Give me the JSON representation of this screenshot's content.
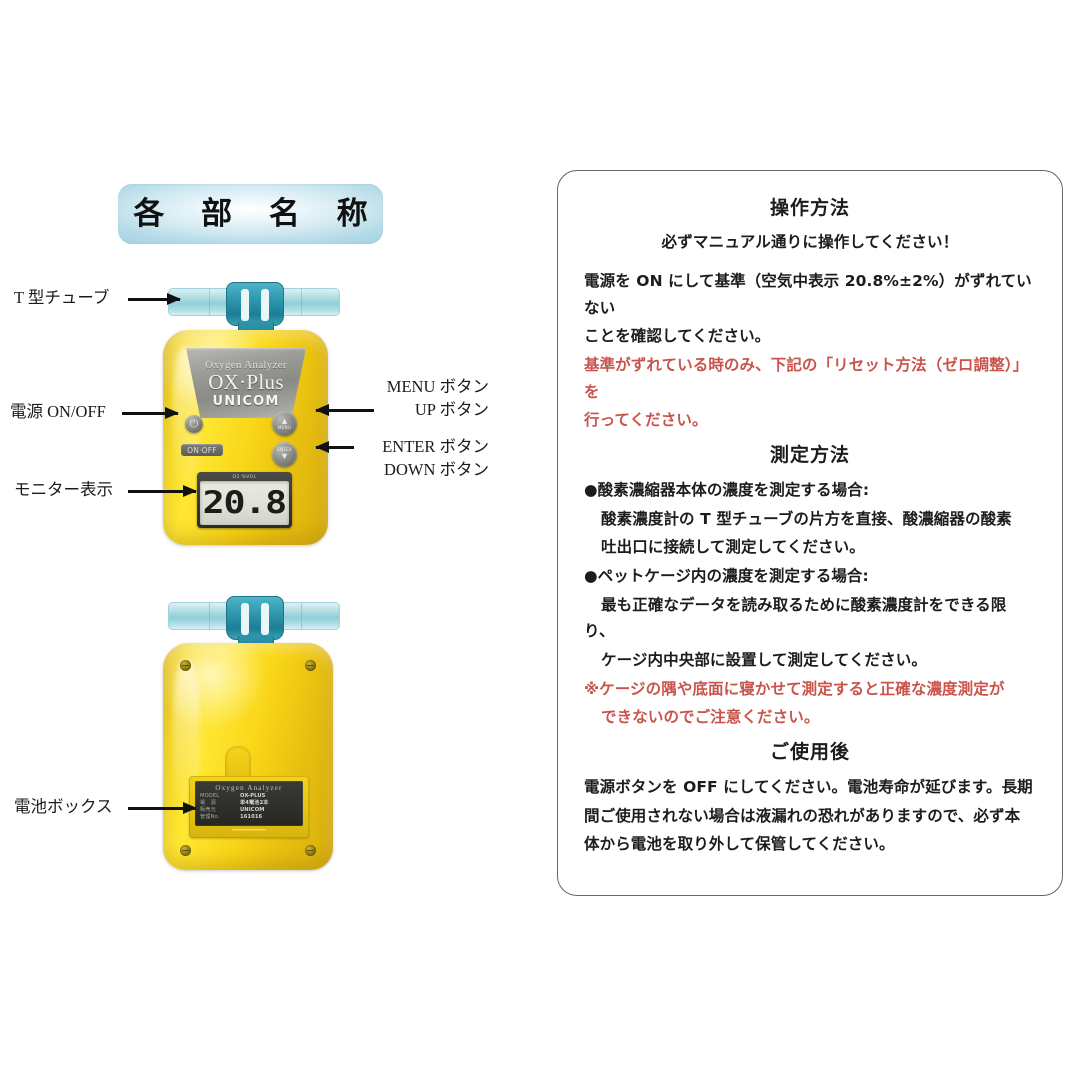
{
  "page": {
    "background_color": "#ffffff",
    "accent_blue": "#a9d4e3",
    "red": "#c9544c"
  },
  "left": {
    "title_banner": {
      "text": "各 部 名 称"
    },
    "callouts": {
      "t_tube": "T 型チューブ",
      "power_onoff": "電源 ON/OFF",
      "monitor_display": "モニター表示",
      "menu_button": "MENU ボタン",
      "up_button": "UP ボタン",
      "enter_button": "ENTER ボタン",
      "down_button": "DOWN ボタン",
      "battery_box": "電池ボックス"
    },
    "device_front": {
      "brand_line1": "Oxygen Analyzer",
      "brand_line2": "OX·Plus",
      "brand_line3": "UNICOM",
      "onoff_tag": "ON·OFF",
      "power_glyph": "⏻",
      "menu_glyph": "▲",
      "menu_caption": "MENU",
      "enter_caption": "ENTER",
      "enter_glyph": "▼",
      "lcd_brand": "O2 %VOL",
      "lcd_value": "20.8"
    },
    "device_back": {
      "label_title": "Oxygen   Analyzer",
      "rows": [
        {
          "key": "MODEL",
          "value": "OX-PLUS"
        },
        {
          "key": "電　源",
          "value": "単4電池2本"
        },
        {
          "key": "販売元",
          "value": "UNICOM"
        },
        {
          "key": "管理No.",
          "value": "161016"
        }
      ]
    }
  },
  "right_panel": {
    "section_operation": {
      "heading": "操作方法",
      "note": "必ずマニュアル通りに操作してください！",
      "body_line1": "電源を ON にして基準（空気中表示 20.8%±2%）がずれていない",
      "body_line2": "ことを確認してください。",
      "warn_line1": "基準がずれている時のみ、下記の「リセット方法（ゼロ調整）」を",
      "warn_line2": "行ってください。"
    },
    "section_measurement": {
      "heading": "測定方法",
      "bullet1": "●酸素濃縮器本体の濃度を測定する場合:",
      "bullet1_line1": "酸素濃度計の T 型チューブの片方を直接、酸濃縮器の酸素",
      "bullet1_line2": "吐出口に接続して測定してください。",
      "bullet2": "●ペットケージ内の濃度を測定する場合:",
      "bullet2_line1": "最も正確なデータを読み取るために酸素濃度計をできる限り、",
      "bullet2_line2": "ケージ内中央部に設置して測定してください。",
      "warn_line1": "※ケージの隅や底面に寝かせて測定すると正確な濃度測定が",
      "warn_line2": "できないのでご注意ください。"
    },
    "section_after_use": {
      "heading": "ご使用後",
      "line1": "電源ボタンを OFF にしてください。電池寿命が延びます。長期",
      "line2": "間ご使用されない場合は液漏れの恐れがありますので、必ず本",
      "line3": "体から電池を取り外して保管してください。"
    }
  }
}
